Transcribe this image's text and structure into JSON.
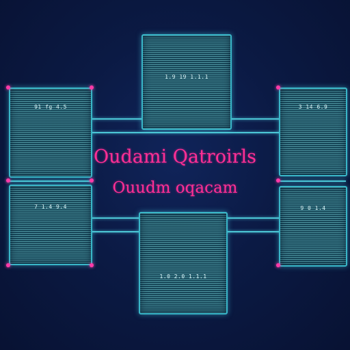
{
  "title_line_1": "Oudami Qatroirls",
  "title_line_2": "Ouudm oqacam",
  "cards": [
    {
      "id": "top-center",
      "label": "1.9 19 1.1.1"
    },
    {
      "id": "left-top",
      "label": "91 fg 4.5"
    },
    {
      "id": "left-bottom",
      "label": "7 1.4 9.4"
    },
    {
      "id": "right-top",
      "label": "3 14 6.9"
    },
    {
      "id": "right-bottom",
      "label": "9 0 1.4"
    },
    {
      "id": "bottom-center",
      "label": "1.0 2.0 1.1.1"
    }
  ],
  "colors": {
    "accent": "#ff2f95",
    "card_border": "#39b6c8",
    "background": "#0b1a44"
  }
}
